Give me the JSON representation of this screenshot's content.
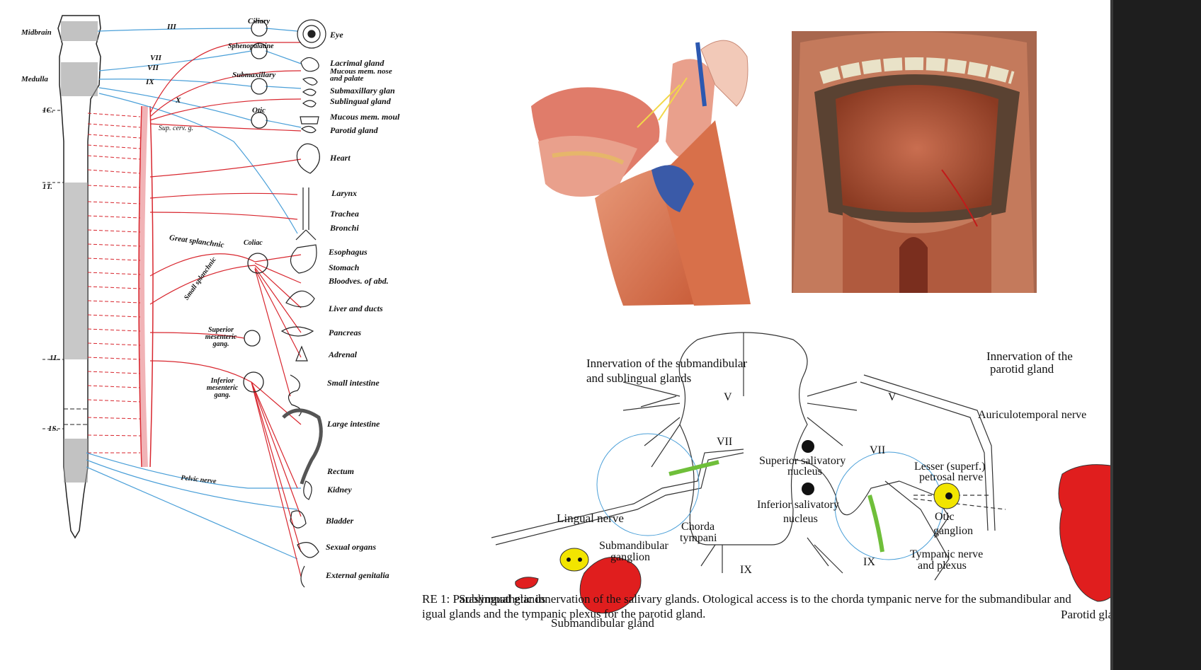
{
  "left_diagram": {
    "levels": [
      "Midbrain",
      "Medulla",
      "1C.",
      "1T.",
      "1L.",
      "1S."
    ],
    "cranial_numerals": [
      "III",
      "VII",
      "VII",
      "IX",
      "X"
    ],
    "ganglia": [
      "Ciliary",
      "Sphenopalatine",
      "Submaxillary",
      "Otic",
      "Sup. cerv. g.",
      "Coliac",
      "Superior mesenteric gang.",
      "Inferior mesenteric gang."
    ],
    "nerves": [
      "Great splanchnic",
      "Small splanchnic",
      "Pelvic nerve"
    ],
    "organs": [
      "Eye",
      "Lacrimal gland",
      "Mucous mem. nose and palate",
      "Submaxillary glan",
      "Sublingual gland",
      "Mucous mem. moul",
      "Parotid gland",
      "Heart",
      "Larynx",
      "Trachea",
      "Bronchi",
      "Esophagus",
      "Stomach",
      "Bloodves. of abd.",
      "Liver and ducts",
      "Pancreas",
      "Adrenal",
      "Small intestine",
      "Large intestine",
      "Rectum",
      "Kidney",
      "Bladder",
      "Sexual organs",
      "External genitalia"
    ]
  },
  "right_diagram": {
    "title_left": "Innervation of the submandibular",
    "title_left_2": "and sublingual glands",
    "title_right": "Innervation of the",
    "title_right_2": "parotid gland",
    "v_left": "V",
    "v_right": "V",
    "vii_left": "VII",
    "vii_right": "VII",
    "ix_left": "IX",
    "ix_right": "IX",
    "superior_nucleus": "Superior salivatory",
    "superior_nucleus_2": "nucleus",
    "inferior_nucleus": "Inferior salivatory",
    "inferior_nucleus_2": "nucleus",
    "lingual": "Lingual nerve",
    "chorda": "Chorda",
    "chorda_2": "tympani",
    "submandibular_ganglion": "Submandibular",
    "submandibular_ganglion_2": "ganglion",
    "sublingual_glands": "Sublingual glands",
    "submandibular_gland": "Submandibular gland",
    "auriculotemporal": "Auriculotemporal nerve",
    "lesser_petrosal": "Lesser (superf.)",
    "lesser_petrosal_2": "petrosal nerve",
    "otic": "Otic",
    "otic_2": "ganglion",
    "tympanic": "Tympanic nerve",
    "tympanic_2": "and plexus",
    "parotid": "Parotid gland"
  },
  "caption": {
    "line1": "RE 1: Parasympathetic innervation of the salivary glands. Otological access is to the chorda tympanic nerve for the submandibular and",
    "line2": "igual glands and the tympanic plexus for the parotid gland."
  },
  "colors": {
    "red": "#d8262e",
    "blue": "#4a9fd8",
    "green": "#6fbf3a",
    "yellow": "#f2e500",
    "gland_red": "#e01e1e"
  }
}
